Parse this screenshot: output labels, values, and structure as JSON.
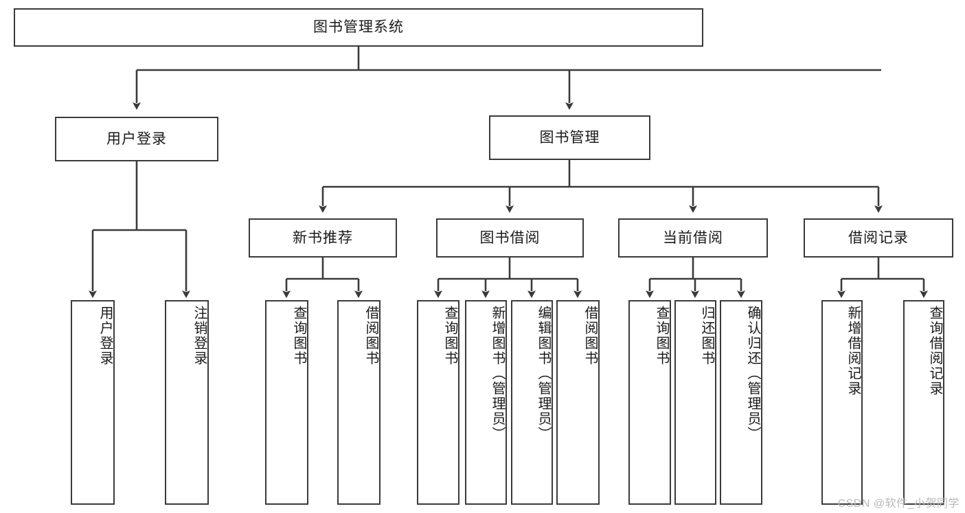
{
  "diagram": {
    "title": "图书管理系统",
    "type": "hierarchy-tree",
    "root": {
      "id": "root",
      "label": "图书管理系统"
    },
    "level1": [
      {
        "id": "user-login",
        "label": "用户登录"
      },
      {
        "id": "book-manage",
        "label": "图书管理"
      }
    ],
    "level2": [
      {
        "id": "new-book-rec",
        "label": "新书推荐",
        "parent": "book-manage"
      },
      {
        "id": "book-borrow",
        "label": "图书借阅",
        "parent": "book-manage"
      },
      {
        "id": "current-borrow",
        "label": "当前借阅",
        "parent": "book-manage"
      },
      {
        "id": "borrow-record",
        "label": "借阅记录",
        "parent": "book-manage"
      }
    ],
    "leaves": {
      "user_login": [
        {
          "id": "leaf-user-login",
          "label": "用户登录"
        },
        {
          "id": "leaf-logout",
          "label": "注销登录"
        }
      ],
      "new_book_rec": [
        {
          "id": "leaf-query-book-1",
          "label": "查询图书"
        },
        {
          "id": "leaf-borrow-book-1",
          "label": "借阅图书"
        }
      ],
      "book_borrow": [
        {
          "id": "leaf-query-book-2",
          "label": "查询图书"
        },
        {
          "id": "leaf-add-book",
          "label": "新增图书（管理员）"
        },
        {
          "id": "leaf-edit-book",
          "label": "编辑图书（管理员）"
        },
        {
          "id": "leaf-borrow-book-2",
          "label": "借阅图书"
        }
      ],
      "current_borrow": [
        {
          "id": "leaf-query-book-3",
          "label": "查询图书"
        },
        {
          "id": "leaf-return-book",
          "label": "归还图书"
        },
        {
          "id": "leaf-confirm-return",
          "label": "确认归还（管理员）"
        }
      ],
      "borrow_record": [
        {
          "id": "leaf-add-record",
          "label": "新增借阅记录"
        },
        {
          "id": "leaf-query-record",
          "label": "查询借阅记录"
        }
      ]
    },
    "colors": {
      "stroke": "#3a3a3a",
      "box_fill": "#ffffff",
      "text": "#1a1a1a",
      "watermark": "#b9b9b9"
    }
  },
  "watermark": {
    "text": "CSDN @软件_小贺同学"
  }
}
